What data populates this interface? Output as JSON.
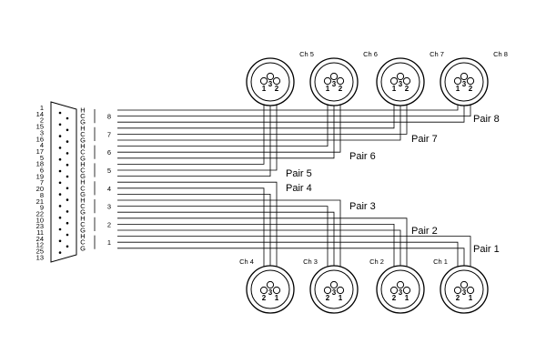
{
  "db25": {
    "pins_left": [
      "1",
      "14",
      "2",
      "15",
      "3",
      "16",
      "4",
      "17",
      "5",
      "18",
      "6",
      "19",
      "7",
      "20",
      "8",
      "21",
      "9",
      "22",
      "10",
      "23",
      "11",
      "24",
      "12",
      "25",
      "13"
    ],
    "signal_codes": [
      "H",
      "C",
      "G",
      "H",
      "C",
      "G",
      "H",
      "C",
      "G",
      "H",
      "C",
      "G",
      "H",
      "C",
      "G",
      "H",
      "C",
      "G",
      "H",
      "C",
      "G",
      "H",
      "C",
      "G"
    ],
    "group_labels": [
      "8",
      "7",
      "6",
      "5",
      "4",
      "3",
      "2",
      "1"
    ]
  },
  "top_connectors": [
    {
      "label": "Ch 5",
      "pins": [
        "1",
        "3",
        "2"
      ]
    },
    {
      "label": "Ch 6",
      "pins": [
        "1",
        "3",
        "2"
      ]
    },
    {
      "label": "Ch 7",
      "pins": [
        "1",
        "3",
        "2"
      ]
    },
    {
      "label": "Ch 8",
      "pins": [
        "1",
        "3",
        "2"
      ]
    }
  ],
  "bottom_connectors": [
    {
      "label": "Ch 4",
      "pins": [
        "2",
        "3",
        "1"
      ]
    },
    {
      "label": "Ch 3",
      "pins": [
        "2",
        "3",
        "1"
      ]
    },
    {
      "label": "Ch 2",
      "pins": [
        "2",
        "3",
        "1"
      ]
    },
    {
      "label": "Ch 1",
      "pins": [
        "2",
        "3",
        "1"
      ]
    }
  ],
  "pair_labels": [
    "Pair 8",
    "Pair 7",
    "Pair 6",
    "Pair 5",
    "Pair 4",
    "Pair 3",
    "Pair 2",
    "Pair 1"
  ],
  "colors": {
    "line": "#000000",
    "background": "#ffffff"
  }
}
